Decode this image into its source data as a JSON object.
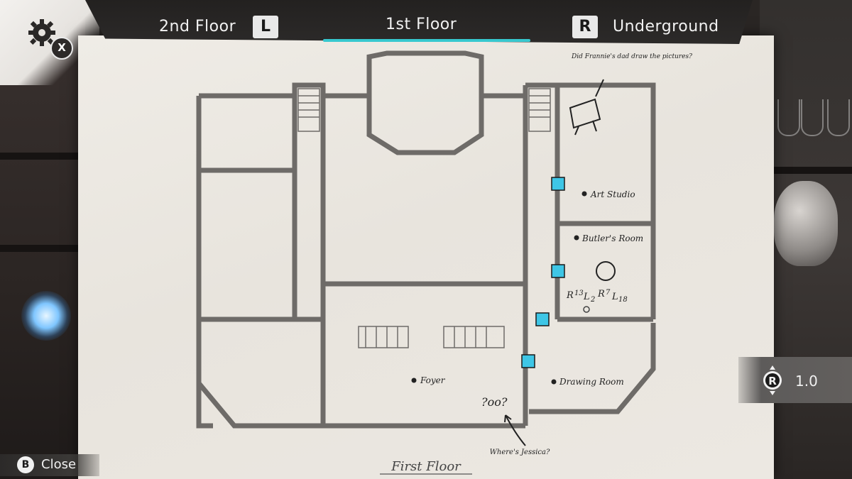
{
  "header": {
    "tabs": [
      {
        "label": "2nd Floor",
        "key": "L"
      },
      {
        "label": "1st Floor",
        "key": ""
      },
      {
        "label": "Underground",
        "key": "R"
      }
    ],
    "settings_key": "X"
  },
  "map": {
    "rooms": [
      "Art Studio",
      "Butler's Room",
      "Foyer",
      "Drawing Room"
    ],
    "notes": [
      "Did Frannie's dad draw the pictures?",
      "Where's Jessica?",
      "?oo?"
    ],
    "code": [
      "R",
      "13",
      "L",
      "2",
      "R",
      "7",
      "L",
      "18"
    ],
    "floor_title": "First Floor"
  },
  "footer": {
    "close_key": "B",
    "close_label": "Close",
    "zoom_key": "R",
    "zoom_value": "1.0"
  },
  "colors": {
    "accent": "#37c8cf",
    "door_marker": "#3ec6e6"
  }
}
